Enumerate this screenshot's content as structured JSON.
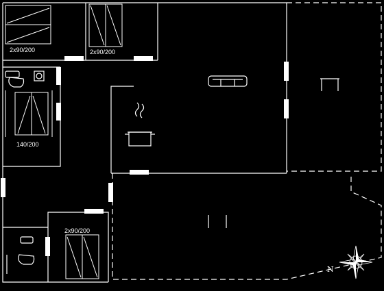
{
  "plan": {
    "bedrooms": [
      {
        "bed_label": "2x90/200"
      },
      {
        "bed_label": "2x90/200"
      },
      {
        "bed_label": "140/200"
      },
      {
        "bed_label": "2x90/200"
      }
    ],
    "compass": {
      "north_label": "N"
    },
    "icons": [
      "toilet-icon",
      "sofa-icon",
      "cooking-pot-icon",
      "table-icon",
      "compass-rose-icon"
    ],
    "colors": {
      "background": "#000000",
      "lines": "#ffffff"
    }
  }
}
